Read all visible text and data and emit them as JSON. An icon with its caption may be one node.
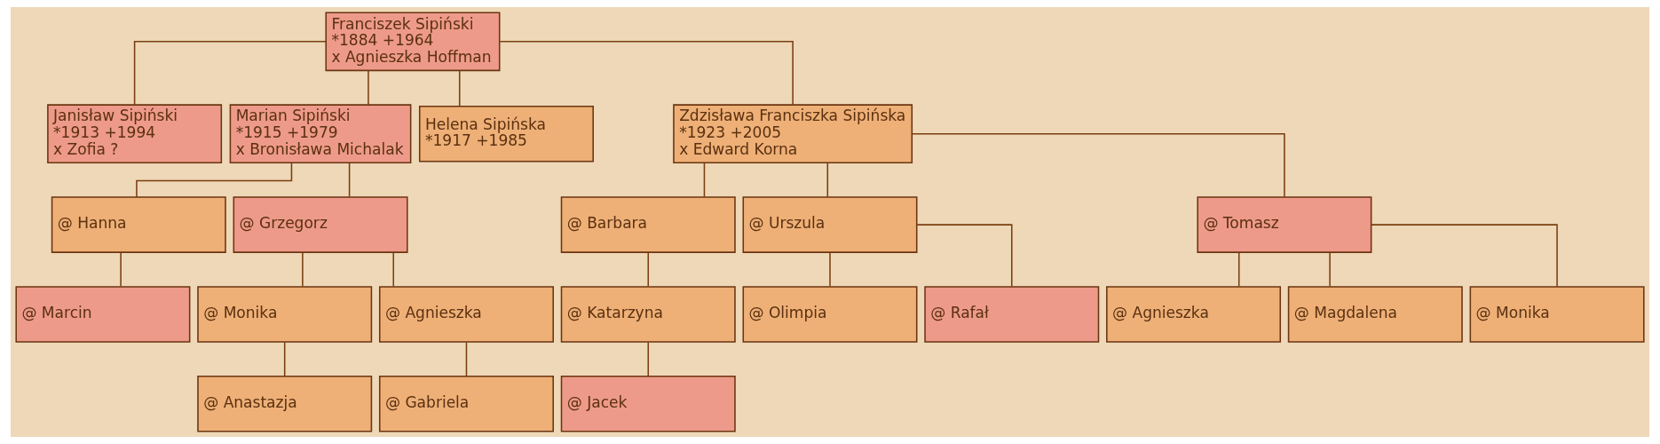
{
  "diagram": {
    "nodes": [
      {
        "text": [
          "Franciszek Sipiński",
          "*1884 +1964",
          "x Agnieszka Hoffman"
        ]
      },
      {
        "text": [
          "Janisław Sipiński",
          "*1913 +1994",
          "x Zofia ?"
        ]
      },
      {
        "text": [
          "Marian Sipiński",
          "*1915 +1979",
          "x Bronisława Michalak"
        ]
      },
      {
        "text": [
          "Helena Sipińska",
          "*1917 +1985"
        ]
      },
      {
        "text": [
          "Zdzisława Franciszka Sipińska",
          "*1923 +2005",
          "x Edward Korna"
        ]
      },
      {
        "text": [
          "@ Hanna"
        ]
      },
      {
        "text": [
          "@ Grzegorz"
        ]
      },
      {
        "text": [
          "@ Barbara"
        ]
      },
      {
        "text": [
          "@ Urszula"
        ]
      },
      {
        "text": [
          "@ Tomasz"
        ]
      },
      {
        "text": [
          "@ Marcin"
        ]
      },
      {
        "text": [
          "@ Monika"
        ]
      },
      {
        "text": [
          "@ Agnieszka"
        ]
      },
      {
        "text": [
          "@ Katarzyna"
        ]
      },
      {
        "text": [
          "@ Olimpia"
        ]
      },
      {
        "text": [
          "@ Rafał"
        ]
      },
      {
        "text": [
          "@ Agnieszka"
        ]
      },
      {
        "text": [
          "@ Magdalena"
        ]
      },
      {
        "text": [
          "@ Monika"
        ]
      },
      {
        "text": [
          "@ Anastazja"
        ]
      },
      {
        "text": [
          "@ Gabriela"
        ]
      },
      {
        "text": [
          "@ Jacek"
        ]
      }
    ],
    "edges": [
      {
        "from": 0,
        "to": 1,
        "arrow": "none"
      },
      {
        "from": 0,
        "to": 2,
        "arrow": "none"
      },
      {
        "from": 0,
        "to": 3,
        "arrow": "none"
      },
      {
        "from": 0,
        "to": 4,
        "arrow": "none"
      },
      {
        "from": 2,
        "to": 5,
        "arrow": "none"
      },
      {
        "from": 2,
        "to": 6,
        "arrow": "none"
      },
      {
        "from": 4,
        "to": 7,
        "arrow": "none"
      },
      {
        "from": 4,
        "to": 8,
        "arrow": "none"
      },
      {
        "from": 4,
        "to": 9,
        "arrow": "none"
      },
      {
        "from": 5,
        "to": 10,
        "arrow": "none"
      },
      {
        "from": 6,
        "to": 11,
        "arrow": "none"
      },
      {
        "from": 6,
        "to": 12,
        "arrow": "none"
      },
      {
        "from": 7,
        "to": 13,
        "arrow": "none"
      },
      {
        "from": 8,
        "to": 14,
        "arrow": "none"
      },
      {
        "from": 8,
        "to": 15,
        "arrow": "none"
      },
      {
        "from": 9,
        "to": 16,
        "arrow": "none"
      },
      {
        "from": 9,
        "to": 17,
        "arrow": "none"
      },
      {
        "from": 9,
        "to": 18,
        "arrow": "none"
      },
      {
        "from": 11,
        "to": 19,
        "arrow": "none"
      },
      {
        "from": 12,
        "to": 20,
        "arrow": "none"
      },
      {
        "from": 13,
        "to": 21,
        "arrow": "none"
      }
    ]
  }
}
